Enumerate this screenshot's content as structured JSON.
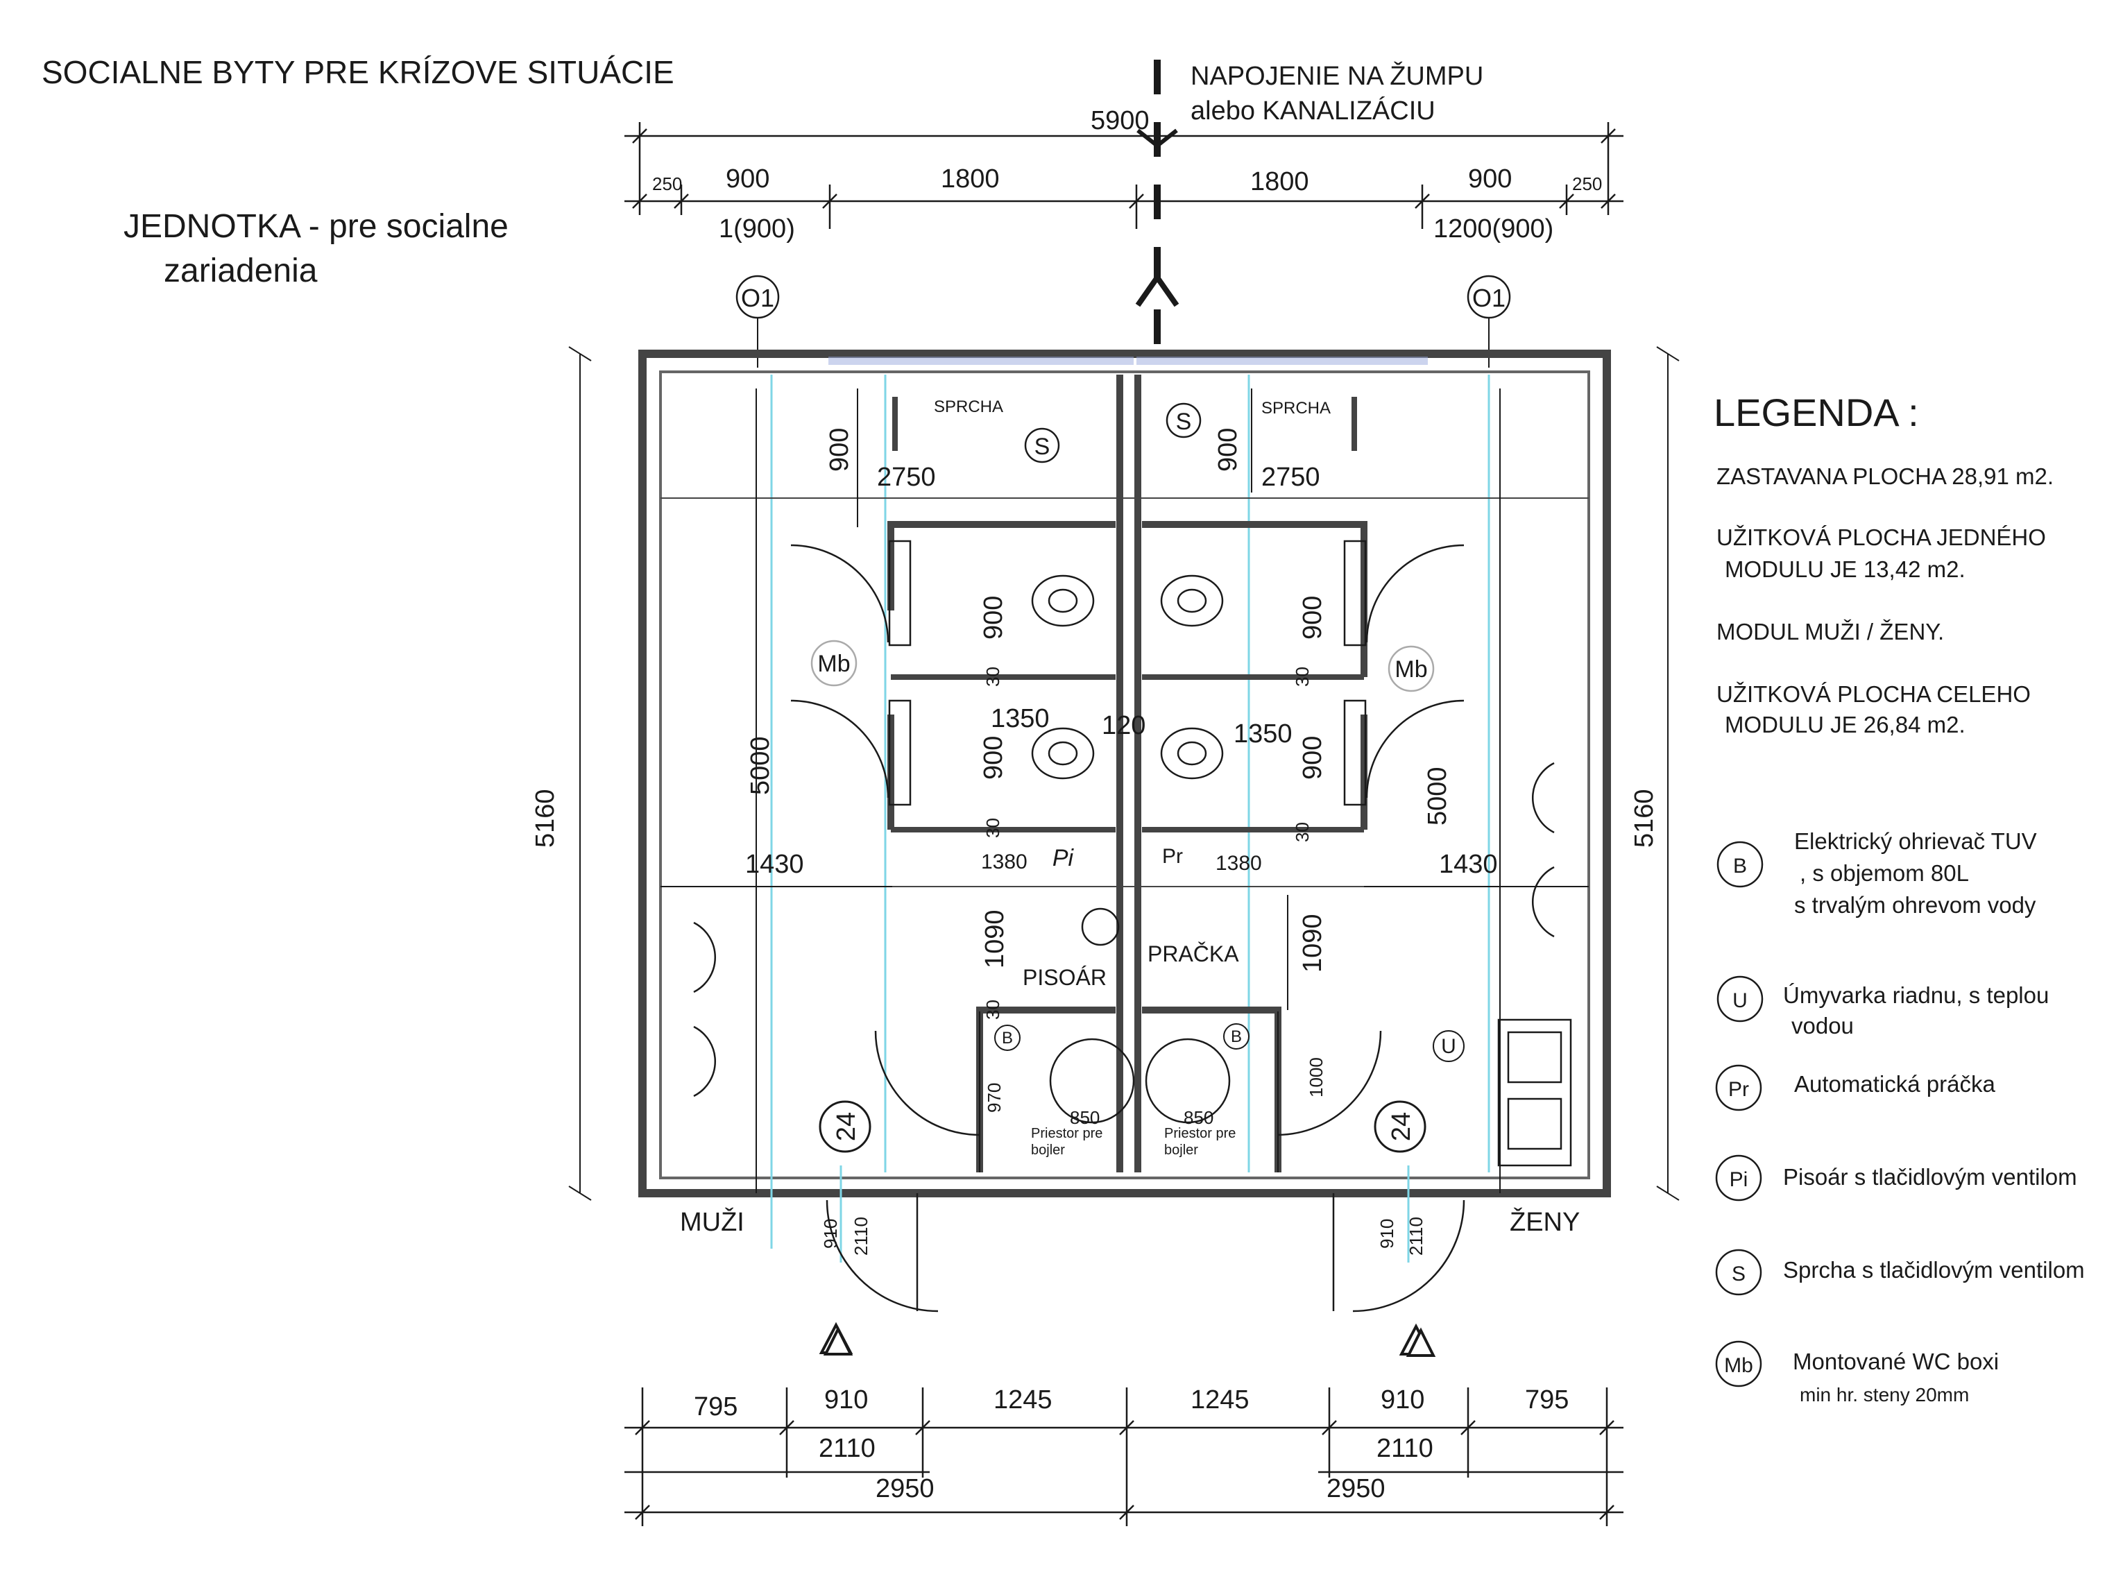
{
  "title": "SOCIALNE BYTY PRE KRÍZOVE SITUÁCIE",
  "subtitle_line1": "JEDNOTKA - pre socialne",
  "subtitle_line2": "zariadenia",
  "connection_line1": "NAPOJENIE NA ŽUMPU",
  "connection_line2": "alebo KANALIZÁCIU",
  "top_dims": {
    "total": "5900",
    "left_small": "250",
    "left_900": "900",
    "left_1800": "1800",
    "right_1800": "1800",
    "right_900": "900",
    "right_small": "250",
    "left_window": "1(900)",
    "right_window": "1200(900)"
  },
  "axis_labels": {
    "left": "O1",
    "right": "O1"
  },
  "rooms": {
    "shower_left": "SPRCHA",
    "shower_right": "SPRCHA",
    "urinal": "PISOÁR",
    "laundry": "PRAČKA",
    "boiler_space_1": "Priestor pre",
    "boiler_space_2": "bojler",
    "men": "MUŽI",
    "women": "ŽENY"
  },
  "symbols": {
    "S": "S",
    "Mb": "Mb",
    "Pi": "Pi",
    "Pr": "Pr",
    "B": "B",
    "U": "U",
    "step": "24"
  },
  "plan_dims": {
    "d900": "900",
    "d2750": "2750",
    "d30": "30",
    "d1350": "1350",
    "d120": "120",
    "d5000": "5000",
    "d1430": "1430",
    "d1380": "1380",
    "d1090": "1090",
    "d970": "970",
    "d1000": "1000",
    "d850": "850",
    "d910": "910",
    "d2110": "2110",
    "d5160": "5160"
  },
  "bottom_dims": {
    "d795": "795",
    "d910": "910",
    "d1245": "1245",
    "d2110": "2110",
    "d2950": "2950"
  },
  "legend": {
    "heading": "LEGENDA :",
    "line1": "ZASTAVANA PLOCHA 28,91 m2.",
    "line2a": "UŽITKOVÁ PLOCHA JEDNÉHO",
    "line2b": "MODULU JE 13,42 m2.",
    "line3": "MODUL MUŽI / ŽENY.",
    "line4a": "UŽITKOVÁ PLOCHA CELEHO",
    "line4b": "MODULU JE 26,84 m2.",
    "items": [
      {
        "sym": "B",
        "l1": "Elektrický ohrievač TUV",
        "l2": ", s objemom 80L",
        "l3": "s trvalým ohrevom vody"
      },
      {
        "sym": "U",
        "l1": "Úmyvarka riadnu, s teplou",
        "l2": "vodou"
      },
      {
        "sym": "Pr",
        "l1": "Automatická práčka"
      },
      {
        "sym": "Pi",
        "l1": "Pisoár s tlačidlovým ventilom"
      },
      {
        "sym": "S",
        "l1": "Sprcha s tlačidlovým ventilom"
      },
      {
        "sym": "Mb",
        "l1": "Montované WC boxi",
        "l2": "min hr. steny 20mm"
      }
    ]
  },
  "colors": {
    "ink": "#1a1a1a",
    "wall": "#444444",
    "accent": "#7fd6e6"
  }
}
